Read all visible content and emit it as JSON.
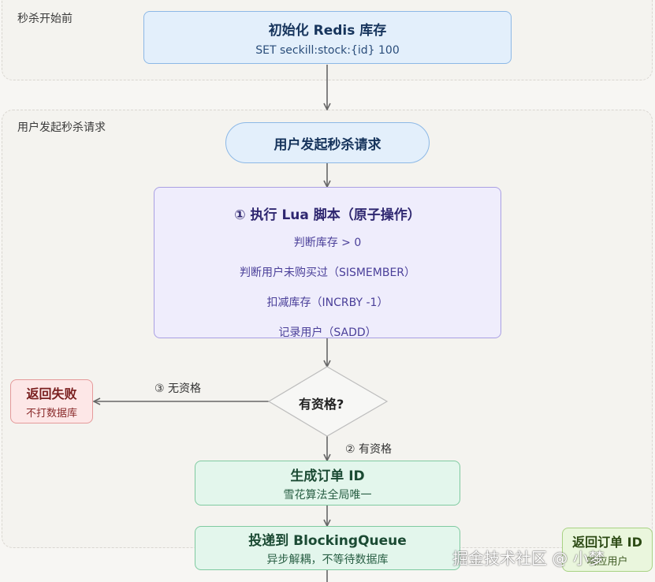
{
  "groups": {
    "before": {
      "label": "秒杀开始前"
    },
    "request": {
      "label": "用户发起秒杀请求"
    }
  },
  "nodes": {
    "init_redis": {
      "title": "初始化 Redis 库存",
      "subtitle": "SET seckill:stock:{id} 100"
    },
    "user_request": {
      "title": "用户发起秒杀请求"
    },
    "lua_script": {
      "title": "① 执行 Lua 脚本（原子操作）",
      "steps": [
        "判断库存 > 0",
        "判断用户未购买过（SISMEMBER）",
        "扣减库存（INCRBY -1）",
        "记录用户（SADD）"
      ]
    },
    "decision": {
      "label": "有资格?"
    },
    "fail": {
      "title": "返回失败",
      "subtitle": "不打数据库"
    },
    "gen_order": {
      "title": "生成订单 ID",
      "subtitle": "雪花算法全局唯一"
    },
    "queue": {
      "title": "投递到 BlockingQueue",
      "subtitle": "异步解耦，不等待数据库"
    },
    "return_id": {
      "title": "返回订单 ID",
      "subtitle": "响应用户"
    }
  },
  "edges": {
    "no_label": "③ 无资格",
    "yes_label": "② 有资格"
  },
  "watermark": "掘金技术社区 @ 小梦"
}
